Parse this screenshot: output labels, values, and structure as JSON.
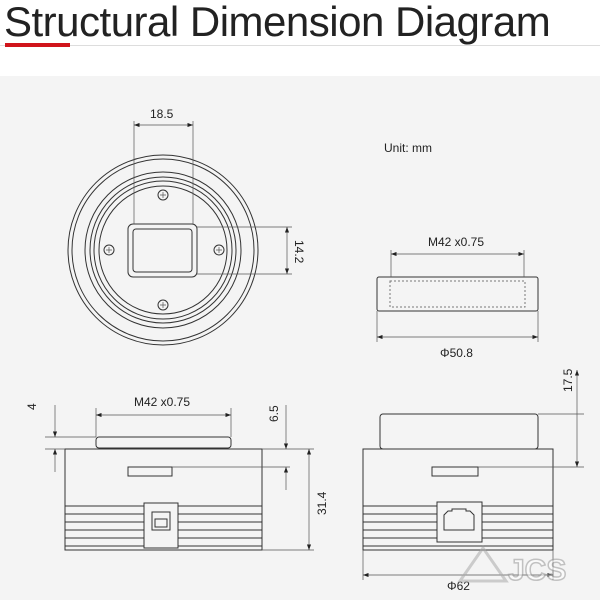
{
  "title": "Structural Dimension Diagram",
  "unit": "Unit: mm",
  "front_view": {
    "width": "18.5",
    "height": "14.2"
  },
  "top_side_view": {
    "thread": "M42 x0.75",
    "diameter": "Φ50.8"
  },
  "side_view_left": {
    "thread": "M42 x0.75",
    "step": "4",
    "offset": "6.5",
    "height": "31.4"
  },
  "side_view_right": {
    "diameter": "Φ62",
    "height": "17.5"
  },
  "watermark": "JCS",
  "colors": {
    "accent": "#d0141b",
    "panel": "#f4f4f4"
  }
}
